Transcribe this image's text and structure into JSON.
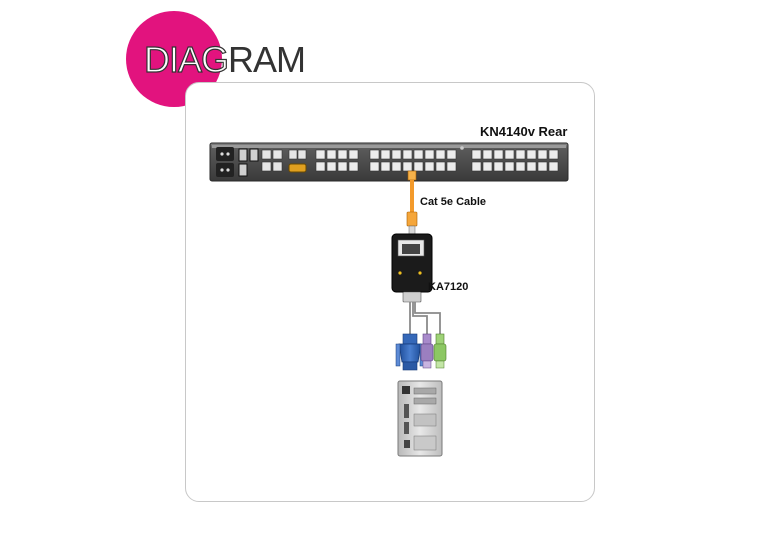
{
  "header": {
    "title_highlight": "DIAG",
    "title_rest": "RAM",
    "badge_color": "#e2137e"
  },
  "labels": {
    "switch": "KN4140v Rear",
    "cable": "Cat 5e Cable",
    "adapter": "KA7120"
  },
  "colors": {
    "cable": "#f39a2b",
    "vga": "#2e5fae",
    "ps2_mouse": "#9b7fc0",
    "ps2_keyboard": "#8cc763"
  },
  "icons": [
    "kvm-switch-rear-icon",
    "cat5e-cable-icon",
    "ka7120-adapter-icon",
    "vga-connector-icon",
    "ps2-connector-icon",
    "computer-tower-icon"
  ]
}
